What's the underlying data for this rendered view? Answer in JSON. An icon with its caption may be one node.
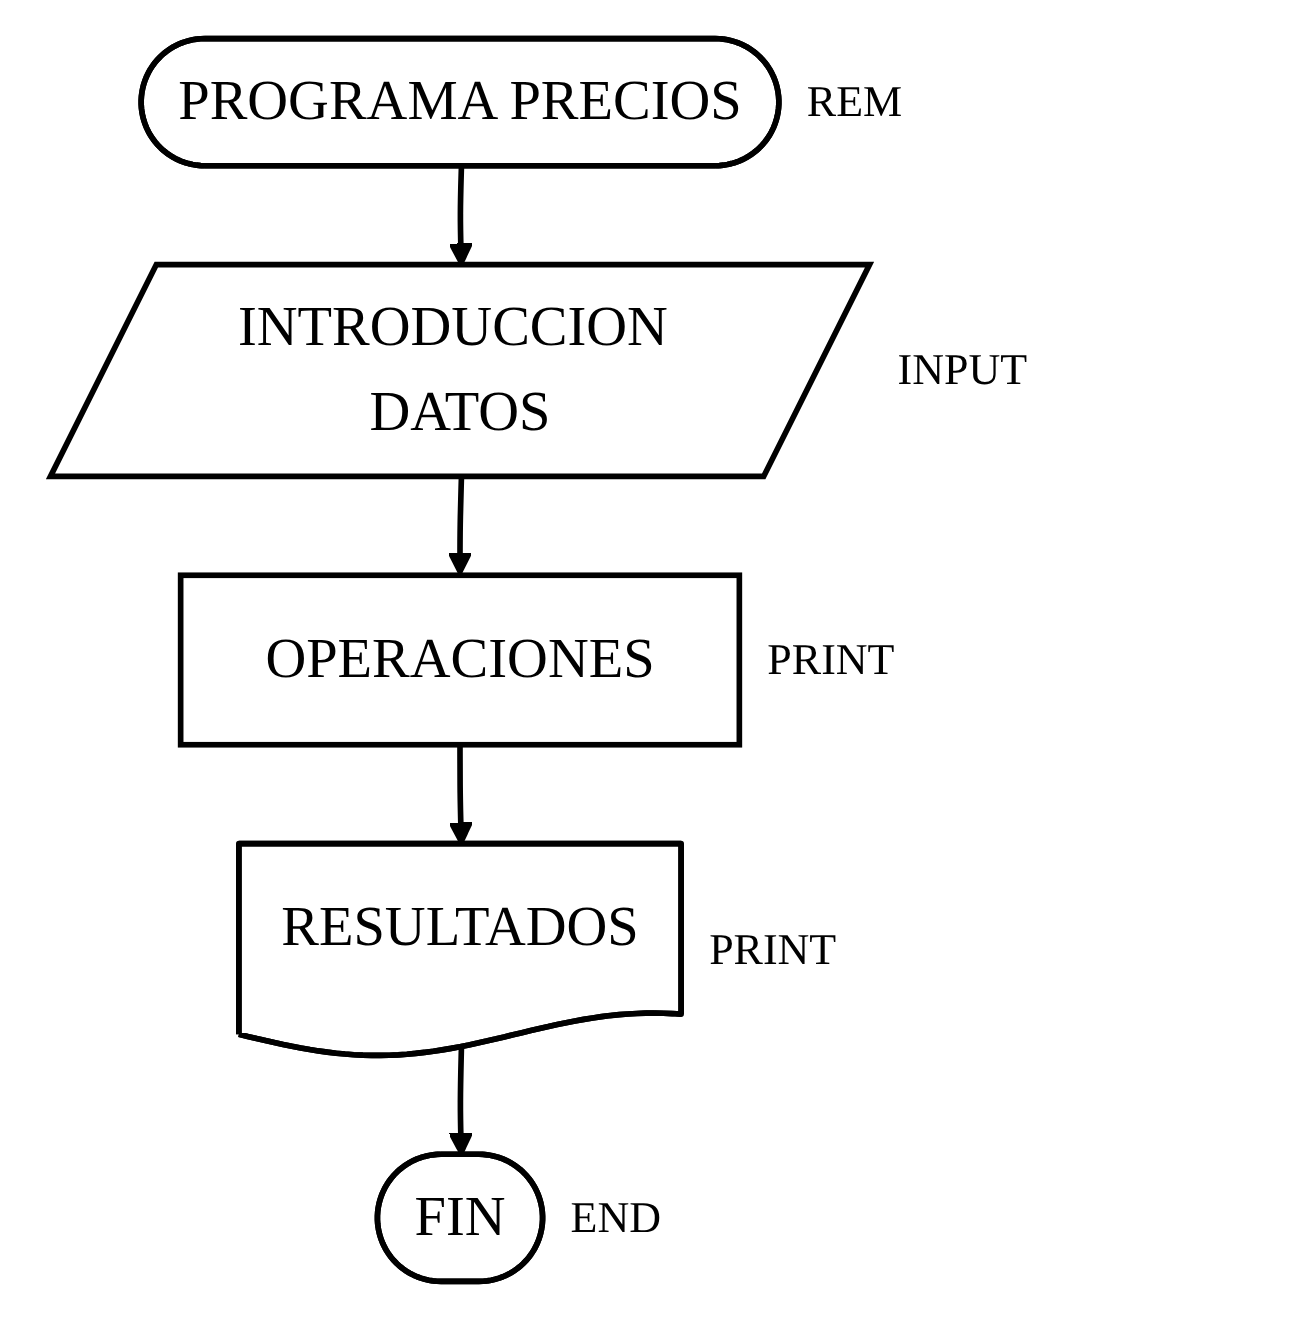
{
  "diagram": {
    "nodes": [
      {
        "text": [
          "PROGRAMA PRECIOS"
        ],
        "beside": [
          "REM"
        ]
      },
      {
        "text": [
          "INTRODUCCION DATOS"
        ],
        "beside": [
          "INPUT"
        ]
      },
      {
        "text": [
          "OPERACIONES"
        ],
        "beside": [
          "PRINT"
        ]
      },
      {
        "text": [
          "RESULTADOS"
        ],
        "beside": [
          "PRINT"
        ]
      },
      {
        "text": [
          "FIN"
        ],
        "beside": [
          "END"
        ]
      }
    ],
    "edges": [
      {
        "from": 0,
        "to": 1,
        "arrow": "to"
      },
      {
        "from": 1,
        "to": 2,
        "arrow": "to"
      },
      {
        "from": 2,
        "to": 3,
        "arrow": "to"
      },
      {
        "from": 3,
        "to": 4,
        "arrow": "to"
      }
    ]
  }
}
